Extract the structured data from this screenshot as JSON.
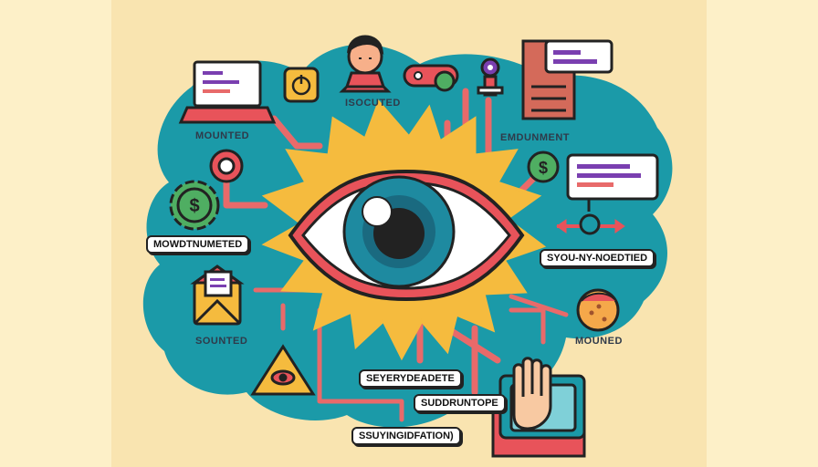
{
  "colors": {
    "background": "#f9e4b0",
    "side_panel": "#fdf0c8",
    "blob": "#1b9aa8",
    "burst": "#f5bb3e",
    "outline": "#222222",
    "pipe": "#e86a6a",
    "iris": "#1e8aa0"
  },
  "labels": {
    "isocuted": "ISOCUTED",
    "mounted": "MOUNTED",
    "emdunment": "EMDUNMENT",
    "mowdtnumeted": "MOWDTNUMETED",
    "syou_nymoedtied": "SYOU-NY-NOEDTIED",
    "sounted": "SOUNTED",
    "mouned": "MOUNED",
    "seyerydeadete": "SEYERYDEADETE",
    "suddruntope": "SUDDRUNTOPE",
    "ssuyingidfation": "SSUYINGIDFATION)"
  },
  "icons": {
    "laptop": "laptop-icon",
    "power": "power-icon",
    "person": "person-avatar-icon",
    "toggle": "toggle-icon",
    "joystick": "joystick-icon",
    "chat_panel": "chat-panel-icon",
    "target": "target-icon",
    "dollar_gear": "dollar-gear-icon",
    "dollar_coin": "dollar-coin-icon",
    "speech_bubble": "speech-bubble-icon",
    "arrows": "left-right-arrows-icon",
    "envelope": "envelope-icon",
    "warning_eye": "warning-eye-triangle-icon",
    "cookie": "cookie-icon",
    "hand": "hand-icon",
    "eye": "eye-icon"
  }
}
